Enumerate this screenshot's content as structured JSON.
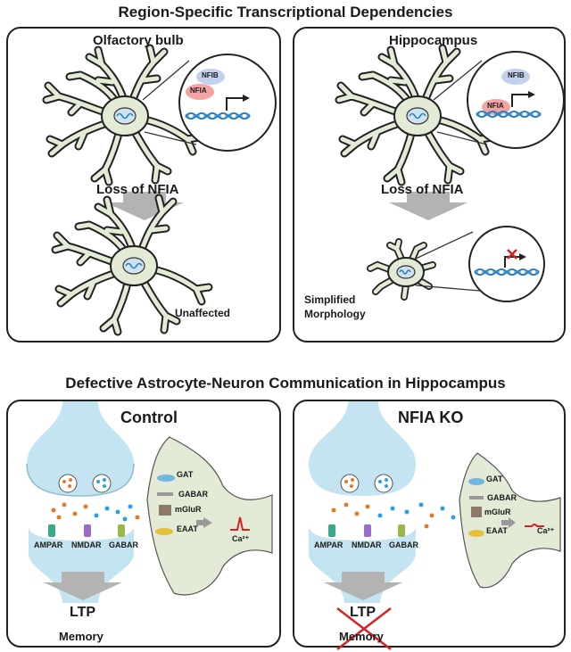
{
  "top": {
    "heading": "Region-Specific Transcriptional Dependencies",
    "left": {
      "title": "Olfactory bulb",
      "tf_a": "NFIB",
      "tf_b": "NFIA",
      "arrow_label": "Loss of NFIA",
      "outcome": "Unaffected"
    },
    "right": {
      "title": "Hippocampus",
      "tf_a": "NFIB",
      "tf_b": "NFIA",
      "arrow_label": "Loss of NFIA",
      "outcome_line1": "Simplified",
      "outcome_line2": "Morphology"
    }
  },
  "bottom": {
    "heading": "Defective Astrocyte-Neuron Communication in Hippocampus",
    "left": {
      "title": "Control",
      "receptors": [
        "AMPAR",
        "NMDAR",
        "GABAR"
      ],
      "astro_labels": [
        "GAT",
        "GABAR",
        "mGluR",
        "EAAT"
      ],
      "calcium": "Ca²⁺",
      "ltp": "LTP",
      "memory": "Memory"
    },
    "right": {
      "title": "NFIA KO",
      "receptors": [
        "AMPAR",
        "NMDAR",
        "GABAR"
      ],
      "astro_labels": [
        "GAT",
        "GABAR",
        "mGluR",
        "EAAT"
      ],
      "calcium": "Ca²⁺",
      "ltp": "LTP",
      "memory": "Memory"
    }
  },
  "colors": {
    "cell_fill": "#e3ead6",
    "neuron_fill": "#c5e4f2",
    "dna_blue": "#2a7fc1",
    "nfib": "#c3d1ec",
    "nfia": "#f2a4a4",
    "cross_red": "#d62222",
    "arrow_gray": "#b3b3b3"
  },
  "icons": [
    "astrocyte-icon",
    "dna-icon",
    "transcription-arrow-icon",
    "synapse-icon",
    "calcium-trace-icon",
    "down-arrow-icon"
  ]
}
